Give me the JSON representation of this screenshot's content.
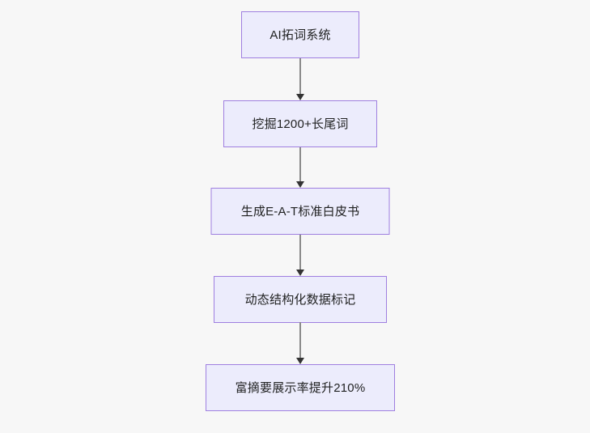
{
  "diagram": {
    "type": "flowchart",
    "orientation": "vertical-top-down",
    "background_color": "#f7f7f7",
    "node_fill_color": "#ececfc",
    "node_border_color": "#9f7fe0",
    "node_text_color": "#1f2020",
    "edge_line_color": "#8a8a8a",
    "edge_arrow_color": "#333333",
    "nodes": [
      {
        "id": "n1",
        "label": "AI拓词系统"
      },
      {
        "id": "n2",
        "label": "挖掘1200+长尾词"
      },
      {
        "id": "n3",
        "label": "生成E-A-T标准白皮书"
      },
      {
        "id": "n4",
        "label": "动态结构化数据标记"
      },
      {
        "id": "n5",
        "label": "富摘要展示率提升210%"
      }
    ],
    "edges": [
      {
        "from": "n1",
        "to": "n2",
        "label": ""
      },
      {
        "from": "n2",
        "to": "n3",
        "label": ""
      },
      {
        "from": "n3",
        "to": "n4",
        "label": ""
      },
      {
        "from": "n4",
        "to": "n5",
        "label": ""
      }
    ]
  }
}
